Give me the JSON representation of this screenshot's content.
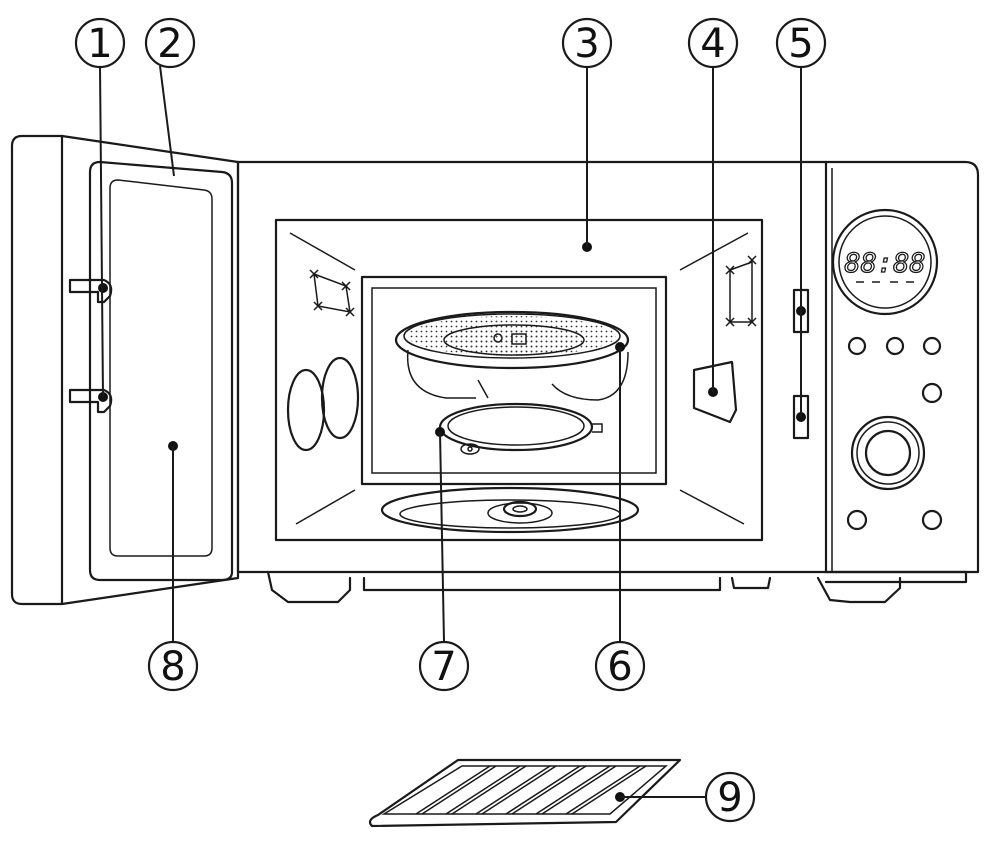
{
  "display": {
    "readout": "88:88"
  },
  "callouts": [
    {
      "id": "1",
      "label": "1"
    },
    {
      "id": "2",
      "label": "2"
    },
    {
      "id": "3",
      "label": "3"
    },
    {
      "id": "4",
      "label": "4"
    },
    {
      "id": "5",
      "label": "5"
    },
    {
      "id": "6",
      "label": "6"
    },
    {
      "id": "7",
      "label": "7"
    },
    {
      "id": "8",
      "label": "8"
    },
    {
      "id": "9",
      "label": "9"
    }
  ],
  "colors": {
    "stroke": "#1a1a1a",
    "background": "#ffffff"
  }
}
